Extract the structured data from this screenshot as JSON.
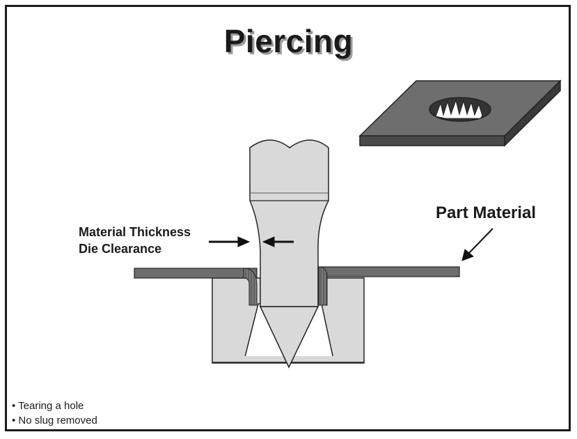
{
  "title": "Piercing",
  "labels": {
    "part_material": "Part Material",
    "material_thickness": "Material Thickness",
    "die_clearance": "Die Clearance"
  },
  "notes": [
    "• Tearing a hole",
    "• No slug removed"
  ],
  "colors": {
    "steel": "#d9d9d9",
    "material": "#6e6e6e",
    "outline": "#222222",
    "title_shadow": "#9a9a9a"
  }
}
